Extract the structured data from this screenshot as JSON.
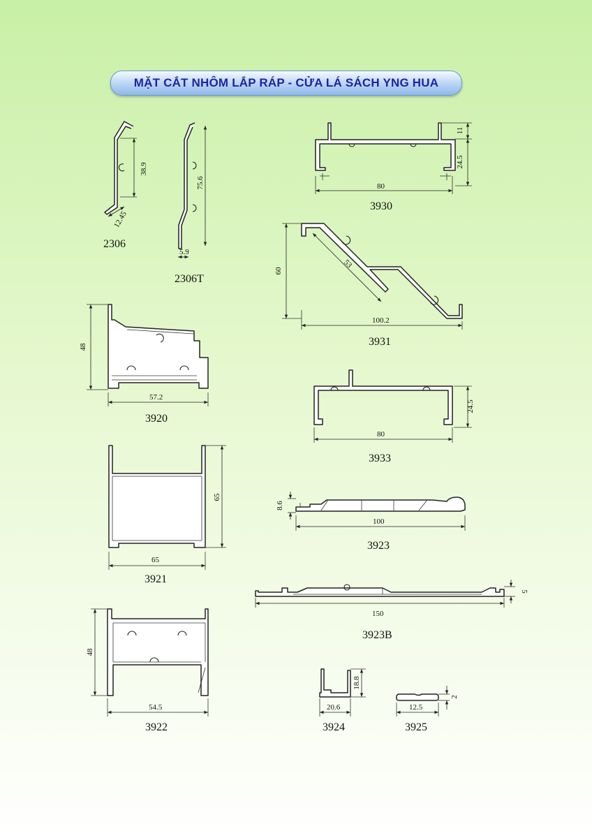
{
  "title": "MẶT CẮT NHÔM LẮP RÁP - CỬA LÁ SÁCH YNG HUA",
  "profiles": [
    {
      "code": "2306",
      "dims": [
        "38.9",
        "12.45"
      ]
    },
    {
      "code": "2306T",
      "dims": [
        "75.6",
        "5.9"
      ]
    },
    {
      "code": "3930",
      "dims": [
        "11",
        "24.5",
        "80"
      ]
    },
    {
      "code": "3931",
      "dims": [
        "60",
        "53",
        "100.2"
      ]
    },
    {
      "code": "3920",
      "dims": [
        "48",
        "57.2"
      ]
    },
    {
      "code": "3933",
      "dims": [
        "24.5",
        "80"
      ]
    },
    {
      "code": "3921",
      "dims": [
        "65",
        "65"
      ]
    },
    {
      "code": "3923",
      "dims": [
        "8.6",
        "100"
      ]
    },
    {
      "code": "3923B",
      "dims": [
        "5",
        "150"
      ]
    },
    {
      "code": "3922",
      "dims": [
        "48",
        "54.5"
      ]
    },
    {
      "code": "3924",
      "dims": [
        "18.8",
        "20.6"
      ]
    },
    {
      "code": "3925",
      "dims": [
        "2",
        "12.5"
      ]
    }
  ]
}
